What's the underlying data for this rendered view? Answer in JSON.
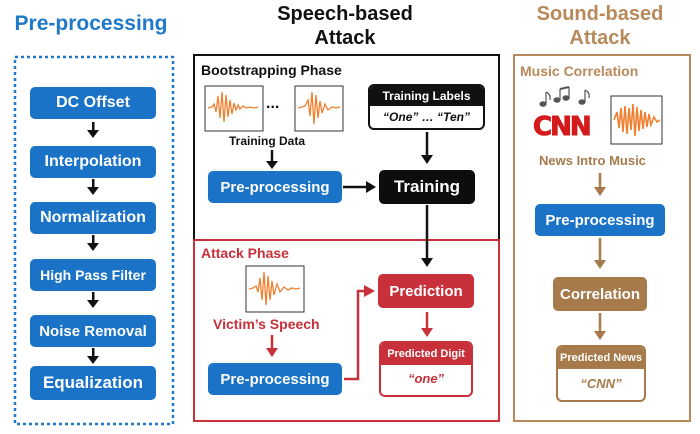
{
  "preprocessing": {
    "title": "Pre-processing",
    "steps": [
      "DC Offset",
      "Interpolation",
      "Normalization",
      "High Pass Filter",
      "Noise Removal",
      "Equalization"
    ]
  },
  "speech": {
    "title_line1": "Speech-based",
    "title_line2": "Attack",
    "bootstrap": {
      "phase_label": "Bootstrapping Phase",
      "training_data_label": "Training Data",
      "ellipsis": "...",
      "training_labels_title": "Training Labels",
      "training_labels_value": "“One” … “Ten”",
      "preprocessing_label": "Pre-processing",
      "training_label": "Training"
    },
    "attack": {
      "phase_label": "Attack Phase",
      "victim_label": "Victim’s Speech",
      "preprocessing_label": "Pre-processing",
      "prediction_label": "Prediction",
      "predicted_digit_title": "Predicted Digit",
      "predicted_digit_value": "“one”"
    }
  },
  "sound": {
    "title_line1": "Sound-based",
    "title_line2": "Attack",
    "music_label": "Music Correlation",
    "logo_text": "CNN",
    "news_intro_label": "News Intro Music",
    "preprocessing_label": "Pre-processing",
    "correlation_label": "Correlation",
    "predicted_news_title": "Predicted News",
    "predicted_news_value": "“CNN”"
  },
  "colors": {
    "blue": "#1a73c7",
    "black": "#0d0d0d",
    "red": "#c8303a",
    "tan": "#a67a4a",
    "waveform": "#f08030"
  },
  "icons": [
    "waveform-icon",
    "music-notes-icon",
    "cnn-logo"
  ]
}
